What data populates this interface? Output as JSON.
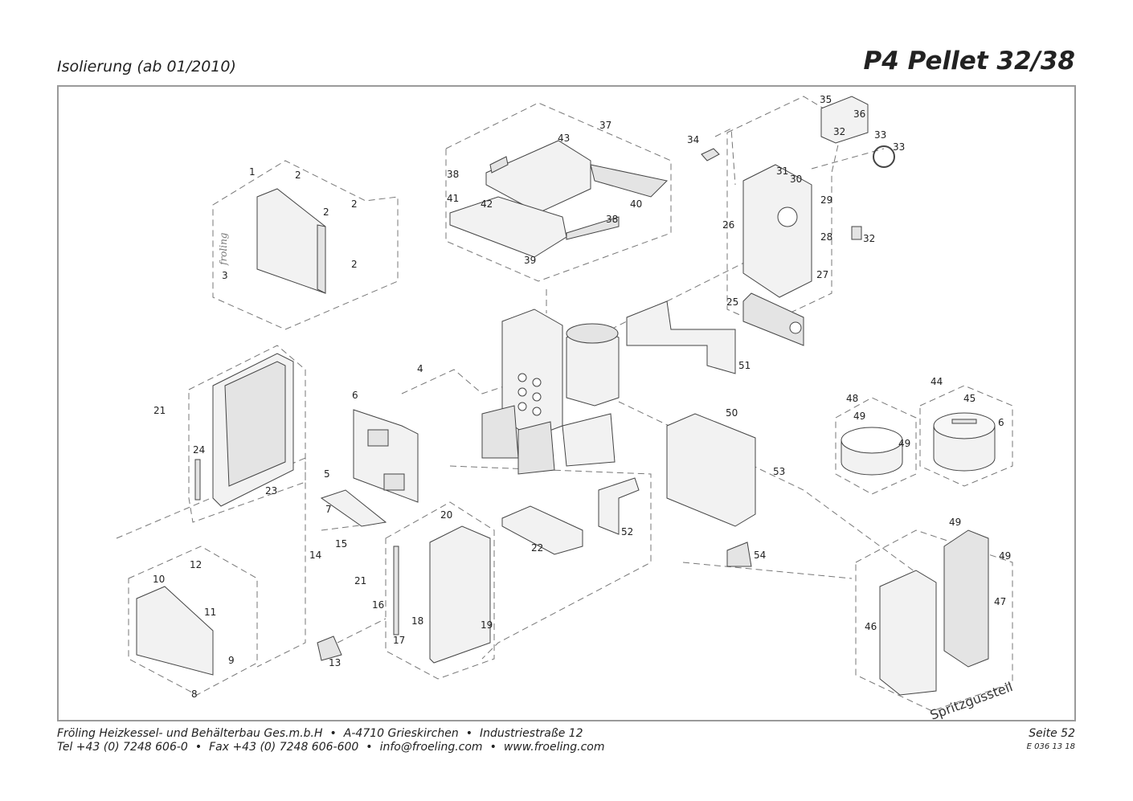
{
  "header": {
    "subtitle": "Isolierung (ab 01/2010)",
    "title": "P4 Pellet 32/38"
  },
  "footer": {
    "line1": [
      "Fröling Heizkessel- und Behälterbau Ges.m.b.H",
      "A-4710 Grieskirchen",
      "Industriestraße 12"
    ],
    "line2": [
      "Tel +43 (0) 7248 606-0",
      "Fax +43 (0) 7248 606-600",
      "info@froeling.com",
      "www.froeling.com"
    ],
    "separator": "•",
    "page": "Seite 52",
    "code": "E 036 13 18"
  },
  "diagram": {
    "brand_mark": "froling",
    "note": "Spritzgussteil",
    "labels": [
      "1",
      "2",
      "3",
      "4",
      "5",
      "6",
      "7",
      "8",
      "9",
      "10",
      "11",
      "12",
      "13",
      "14",
      "15",
      "16",
      "17",
      "18",
      "19",
      "20",
      "21",
      "22",
      "23",
      "24",
      "25",
      "26",
      "27",
      "28",
      "29",
      "30",
      "31",
      "32",
      "33",
      "34",
      "35",
      "36",
      "37",
      "38",
      "39",
      "40",
      "41",
      "42",
      "43",
      "44",
      "45",
      "46",
      "47",
      "48",
      "49",
      "50",
      "51",
      "52",
      "53",
      "54"
    ]
  }
}
